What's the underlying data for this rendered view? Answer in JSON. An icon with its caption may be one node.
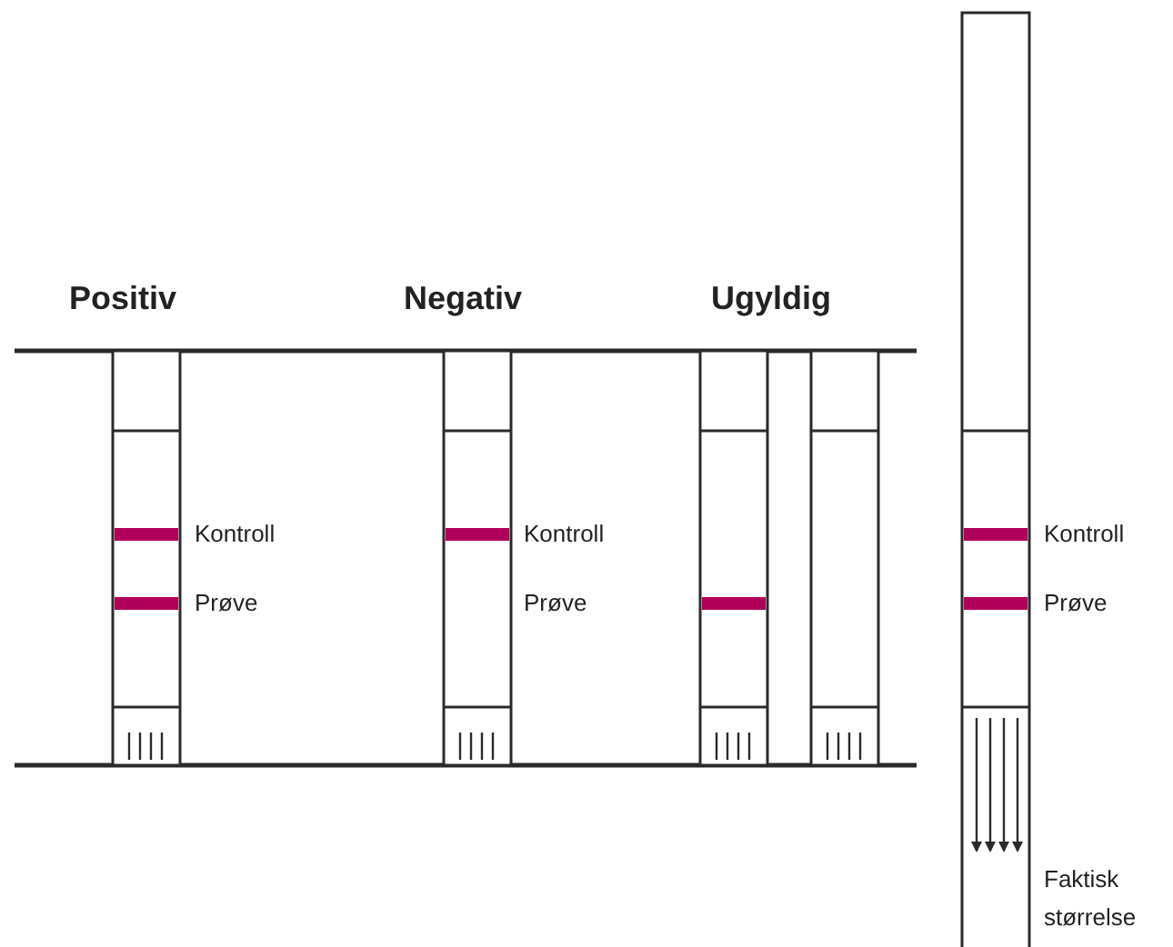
{
  "diagram": {
    "labels": [
      "Positiv",
      "Negativ",
      "Ugyldig",
      "Kontroll",
      "Prøve",
      "Kontroll",
      "Prøve",
      "Kontroll",
      "Prøve",
      "Faktisk størrelse"
    ]
  }
}
